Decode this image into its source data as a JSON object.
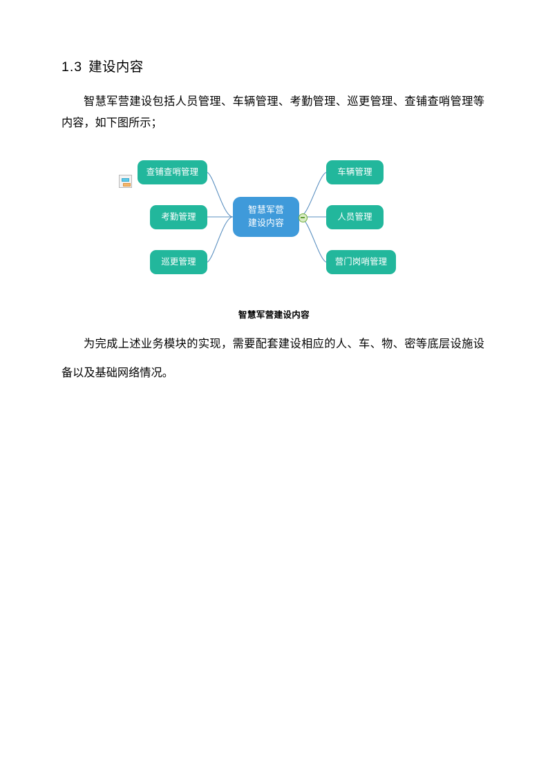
{
  "document": {
    "heading": {
      "number": "1.3",
      "text": "建设内容"
    },
    "paragraphs": {
      "intro": "智慧军营建设包括人员管理、车辆管理、考勤管理、巡更管理、查铺查哨管理等内容，如下图所示；",
      "outro": "为完成上述业务模块的实现，需要配套建设相应的人、车、物、密等底层设施设备以及基础网络情况。"
    },
    "figure": {
      "caption": "智慧军营建设内容",
      "icons": {
        "object_icon": "object-placeholder-icon",
        "collapse_icon": "collapse-minus-icon"
      },
      "colors": {
        "center_node": "#3f9ada",
        "branch_node": "#22b79c",
        "connector": "#5a8fc0",
        "collapse_ring": "#6fae3c",
        "node_text": "#ffffff"
      },
      "mindmap": {
        "center": "智慧军营\n建设内容",
        "center_line1": "智慧军营",
        "center_line2": "建设内容",
        "branches_left": [
          {
            "label": "查铺查哨管理"
          },
          {
            "label": "考勤管理"
          },
          {
            "label": "巡更管理"
          }
        ],
        "branches_right": [
          {
            "label": "车辆管理"
          },
          {
            "label": "人员管理"
          },
          {
            "label": "营门岗哨管理"
          }
        ]
      }
    }
  }
}
